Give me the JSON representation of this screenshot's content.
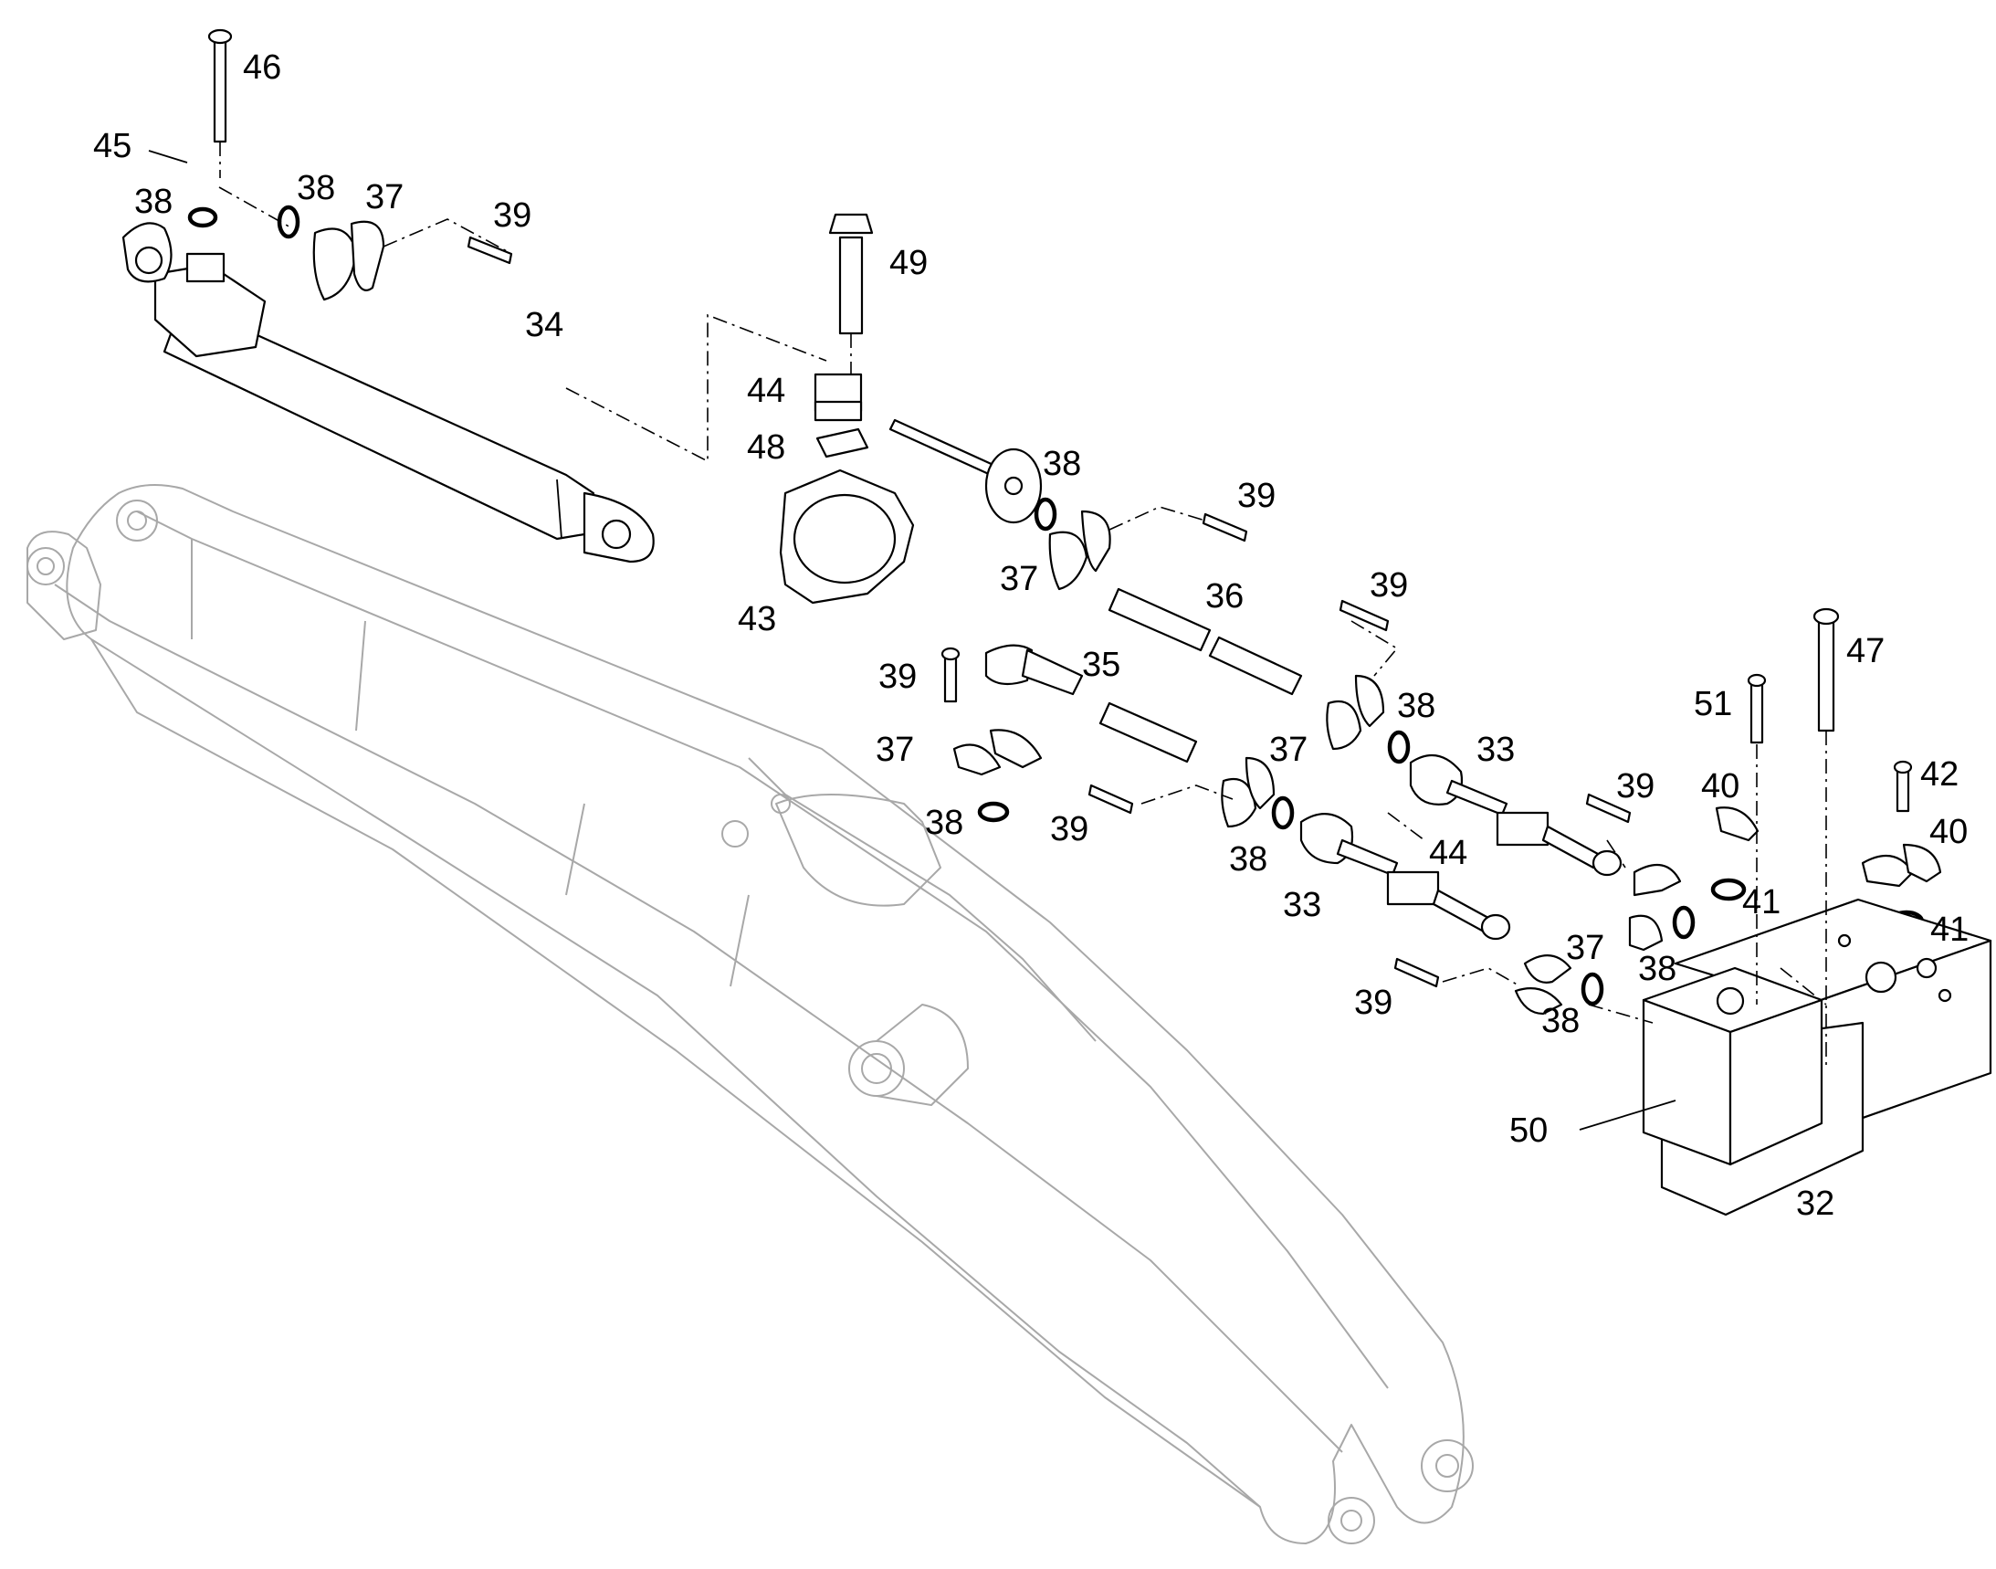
{
  "diagram": {
    "type": "exploded-parts-view",
    "callouts": [
      {
        "id": "c46a",
        "label": "46"
      },
      {
        "id": "c45a",
        "label": "45"
      },
      {
        "id": "c38a",
        "label": "38"
      },
      {
        "id": "c38b",
        "label": "38"
      },
      {
        "id": "c37a",
        "label": "37"
      },
      {
        "id": "c39a",
        "label": "39"
      },
      {
        "id": "c34a",
        "label": "34"
      },
      {
        "id": "c49a",
        "label": "49"
      },
      {
        "id": "c44a",
        "label": "44"
      },
      {
        "id": "c48a",
        "label": "48"
      },
      {
        "id": "c43a",
        "label": "43"
      },
      {
        "id": "c38c",
        "label": "38"
      },
      {
        "id": "c39b",
        "label": "39"
      },
      {
        "id": "c37b",
        "label": "37"
      },
      {
        "id": "c36a",
        "label": "36"
      },
      {
        "id": "c39c",
        "label": "39"
      },
      {
        "id": "c39d",
        "label": "39"
      },
      {
        "id": "c35a",
        "label": "35"
      },
      {
        "id": "c38d",
        "label": "38"
      },
      {
        "id": "c37c",
        "label": "37"
      },
      {
        "id": "c33a",
        "label": "33"
      },
      {
        "id": "c37d",
        "label": "37"
      },
      {
        "id": "c38e",
        "label": "38"
      },
      {
        "id": "c39e",
        "label": "39"
      },
      {
        "id": "c38f",
        "label": "38"
      },
      {
        "id": "c33b",
        "label": "33"
      },
      {
        "id": "c44b",
        "label": "44"
      },
      {
        "id": "c39f",
        "label": "39"
      },
      {
        "id": "c47a",
        "label": "47"
      },
      {
        "id": "c51a",
        "label": "51"
      },
      {
        "id": "c40a",
        "label": "40"
      },
      {
        "id": "c42a",
        "label": "42"
      },
      {
        "id": "c40b",
        "label": "40"
      },
      {
        "id": "c41a",
        "label": "41"
      },
      {
        "id": "c41b",
        "label": "41"
      },
      {
        "id": "c37e",
        "label": "37"
      },
      {
        "id": "c38g",
        "label": "38"
      },
      {
        "id": "c39g",
        "label": "39"
      },
      {
        "id": "c38h",
        "label": "38"
      },
      {
        "id": "c50a",
        "label": "50"
      },
      {
        "id": "c32a",
        "label": "32"
      }
    ]
  }
}
